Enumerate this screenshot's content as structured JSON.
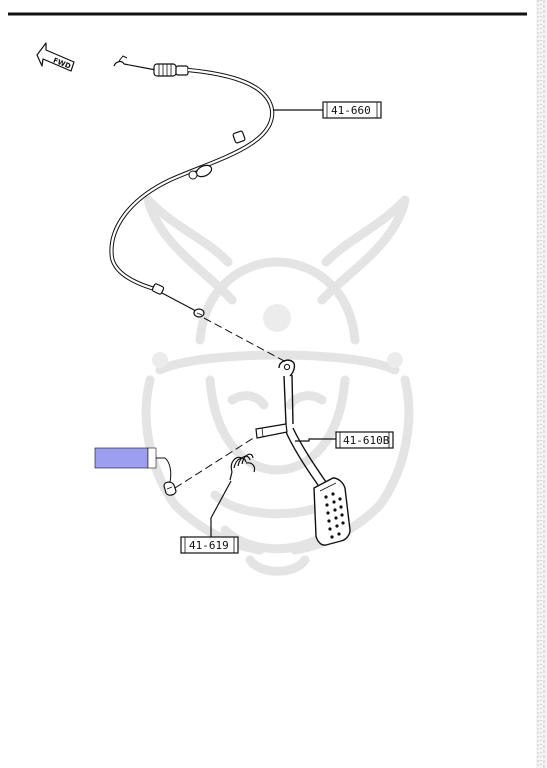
{
  "diagram": {
    "direction_label": "FWD",
    "parts": [
      {
        "id": "cable",
        "label": "41-660"
      },
      {
        "id": "pedal",
        "label": "41-610B"
      },
      {
        "id": "spring",
        "label": "41-619"
      }
    ],
    "highlighted_part": {
      "color": "#9c9ff0",
      "label": ""
    },
    "watermark": "samurai-helmet-crest",
    "colors": {
      "line": "#111111",
      "watermark": "#e4e4e4",
      "highlight": "#9c9ff0",
      "binding_edge": "#bdbdbd"
    }
  }
}
